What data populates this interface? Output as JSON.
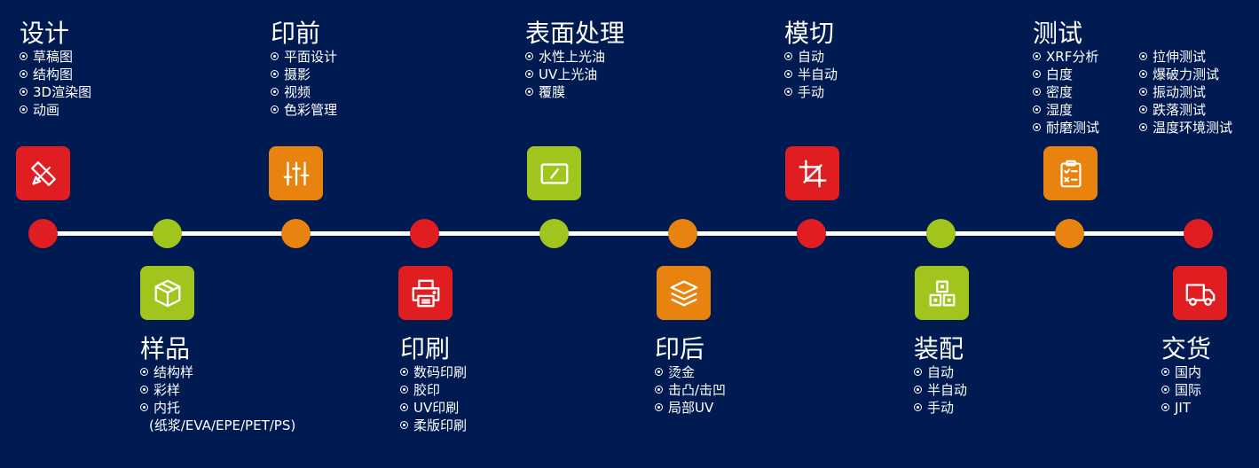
{
  "colors": {
    "red": "#e01e22",
    "green": "#a0c51c",
    "orange": "#e8830f",
    "background": "#001a52"
  },
  "top_stages": [
    {
      "title": "设计",
      "items": [
        "草稿图",
        "结构图",
        "3D渲染图",
        "动画"
      ],
      "icon": "pencil-ruler-icon",
      "color": "red"
    },
    {
      "title": "印前",
      "items": [
        "平面设计",
        "摄影",
        "视频",
        "色彩管理"
      ],
      "icon": "sliders-icon",
      "color": "orange"
    },
    {
      "title": "表面处理",
      "items": [
        "水性上光油",
        "UV上光油",
        "覆膜"
      ],
      "icon": "gloss-panel-icon",
      "color": "green"
    },
    {
      "title": "模切",
      "items": [
        "自动",
        "半自动",
        "手动"
      ],
      "icon": "crop-icon",
      "color": "red"
    },
    {
      "title": "测试",
      "items": [
        "XRF分析",
        "白度",
        "密度",
        "湿度",
        "耐磨测试"
      ],
      "items2": [
        "拉伸测试",
        "爆破力测试",
        "振动测试",
        "跌落测试",
        "温度环境测试"
      ],
      "icon": "checklist-icon",
      "color": "orange"
    }
  ],
  "bottom_stages": [
    {
      "title": "样品",
      "items": [
        "结构样",
        "彩样",
        "内托"
      ],
      "note": "(纸浆/EVA/EPE/PET/PS)",
      "icon": "box-icon",
      "color": "green"
    },
    {
      "title": "印刷",
      "items": [
        "数码印刷",
        "胶印",
        "UV印刷",
        "柔版印刷"
      ],
      "icon": "printer-icon",
      "color": "red"
    },
    {
      "title": "印后",
      "items": [
        "烫金",
        "击凸/击凹",
        "局部UV"
      ],
      "icon": "layers-icon",
      "color": "orange"
    },
    {
      "title": "装配",
      "items": [
        "自动",
        "半自动",
        "手动"
      ],
      "icon": "assembly-icon",
      "color": "green"
    },
    {
      "title": "交货",
      "items": [
        "国内",
        "国际",
        "JIT"
      ],
      "icon": "truck-icon",
      "color": "red"
    }
  ]
}
